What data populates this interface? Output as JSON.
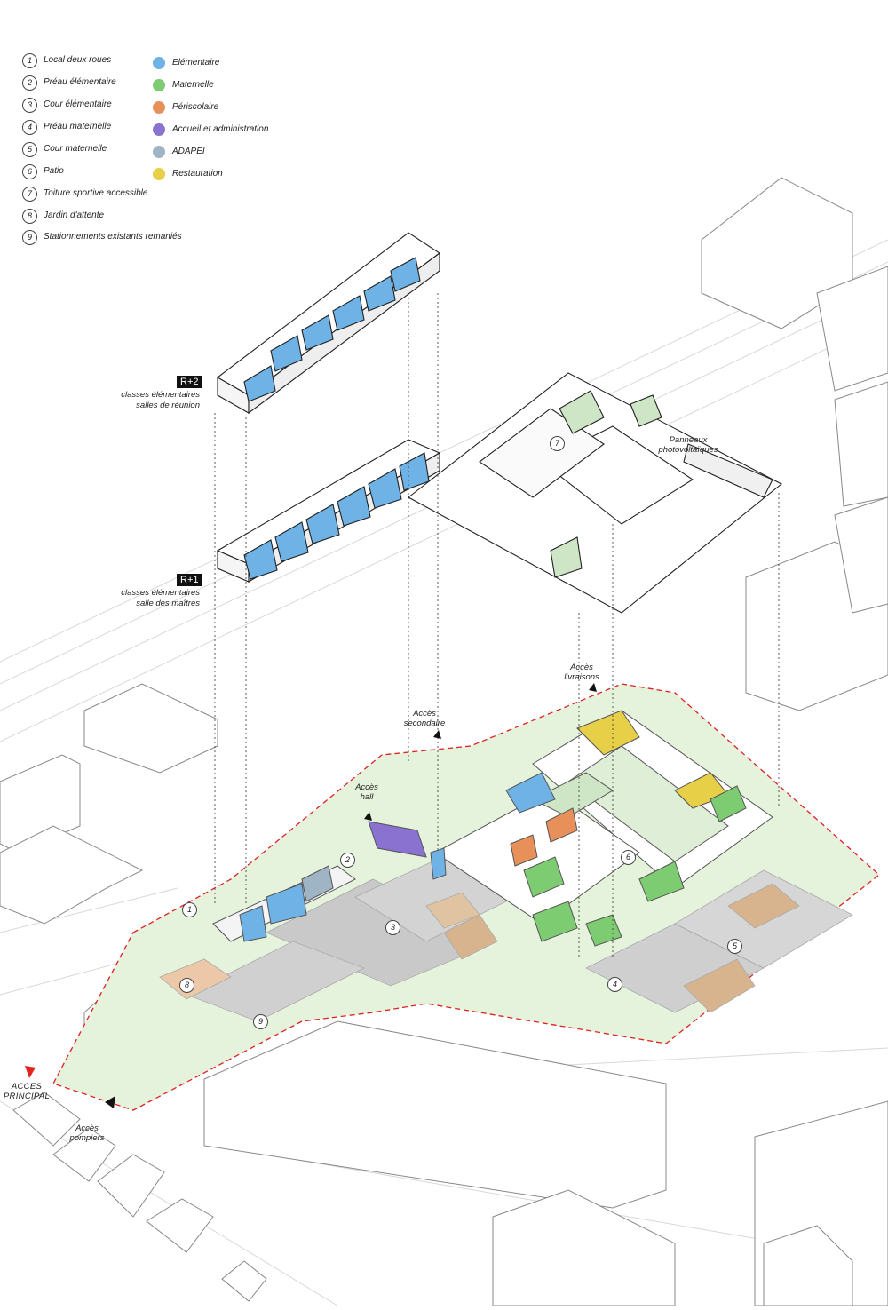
{
  "legend_numbered": [
    {
      "num": "1",
      "label": "Local deux roues"
    },
    {
      "num": "2",
      "label": "Préau élémentaire"
    },
    {
      "num": "3",
      "label": "Cour élémentaire"
    },
    {
      "num": "4",
      "label": "Préau maternelle"
    },
    {
      "num": "5",
      "label": "Cour maternelle"
    },
    {
      "num": "6",
      "label": "Patio"
    },
    {
      "num": "7",
      "label": "Toiture sportive accessible"
    },
    {
      "num": "8",
      "label": "Jardin d'attente"
    },
    {
      "num": "9",
      "label": "Stationnements existants remaniés"
    }
  ],
  "legend_colors": [
    {
      "label": "Elémentaire",
      "color": "#6fb2e6"
    },
    {
      "label": "Maternelle",
      "color": "#7dcc72"
    },
    {
      "label": "Périscolaire",
      "color": "#e8905a"
    },
    {
      "label": "Accueil et administration",
      "color": "#8a72d0"
    },
    {
      "label": "ADAPEI",
      "color": "#9fb5c6"
    },
    {
      "label": "Restauration",
      "color": "#e8cf48"
    }
  ],
  "levels": {
    "r2": {
      "tag": "R+2",
      "line1": "classes élémentaires",
      "line2": "salles de réunion"
    },
    "r1": {
      "tag": "R+1",
      "line1": "classes élémentaires",
      "line2": "salle des maîtres"
    }
  },
  "roof_note": {
    "line1": "Panneaux",
    "line2": "photovoltaïques"
  },
  "access": {
    "livraisons": {
      "line1": "Accès",
      "line2": "livraisons"
    },
    "secondaire": {
      "line1": "Accès",
      "line2": "secondaire"
    },
    "hall": {
      "line1": "Accès",
      "line2": "hall"
    },
    "principal": {
      "line1": "ACCES",
      "line2": "PRINCIPAL"
    },
    "pompiers": {
      "line1": "Accès",
      "line2": "pompiers"
    }
  },
  "plan_numbers": [
    "1",
    "2",
    "3",
    "4",
    "5",
    "6",
    "7",
    "8",
    "9"
  ]
}
